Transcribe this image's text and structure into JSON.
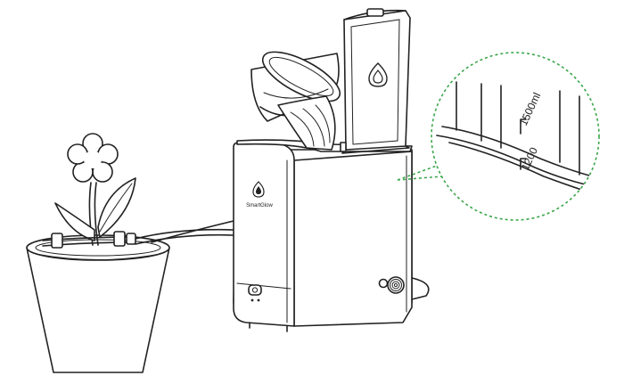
{
  "brand": {
    "label": "SmartGlow"
  },
  "zoom": {
    "mark_high": "1500ml",
    "mark_low": "1200"
  },
  "colors": {
    "line": "#222222",
    "callout": "#3aa64a",
    "background": "#ffffff"
  },
  "icons": {
    "logo": "leaf-drop-icon",
    "power": "power-button-icon",
    "fingerprint": "fingerprint-sensor-icon"
  }
}
